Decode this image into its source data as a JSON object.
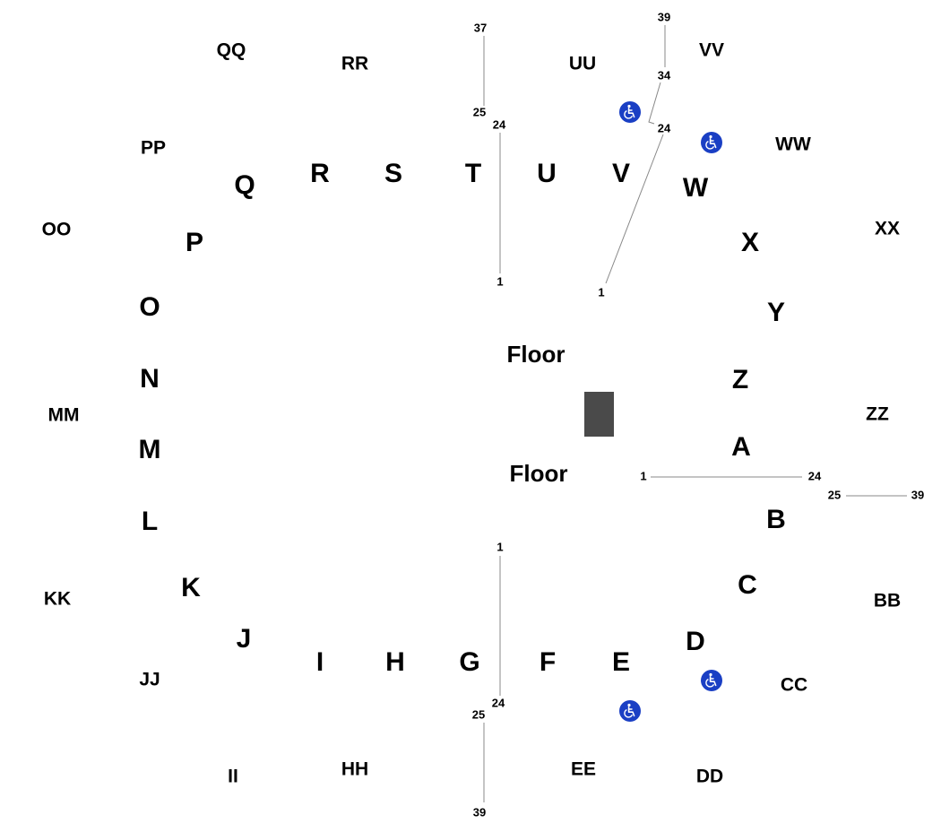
{
  "map": {
    "inner_sections": [
      "A",
      "B",
      "C",
      "D",
      "E",
      "F",
      "G",
      "H",
      "I",
      "J",
      "K",
      "L",
      "M",
      "N",
      "O",
      "P",
      "Q",
      "R",
      "S",
      "T",
      "U",
      "V",
      "W",
      "X",
      "Y",
      "Z"
    ],
    "outer_sections": [
      "BB",
      "CC",
      "DD",
      "EE",
      "HH",
      "II",
      "JJ",
      "KK",
      "MM",
      "OO",
      "PP",
      "QQ",
      "RR",
      "UU",
      "VV",
      "WW",
      "XX",
      "ZZ"
    ],
    "floor_labels": [
      "Floor",
      "Floor"
    ],
    "row_numbers": [
      "37",
      "25",
      "24",
      "1",
      "39",
      "34",
      "24",
      "1",
      "1",
      "24",
      "25",
      "39",
      "1",
      "24",
      "25",
      "39"
    ],
    "icons": [
      "wheelchair-icon",
      "wheelchair-icon",
      "wheelchair-icon",
      "wheelchair-icon"
    ],
    "colors": {
      "accessible": "#1a3fc4",
      "stage": "#4a4a4a",
      "row_line": "#888888"
    }
  }
}
